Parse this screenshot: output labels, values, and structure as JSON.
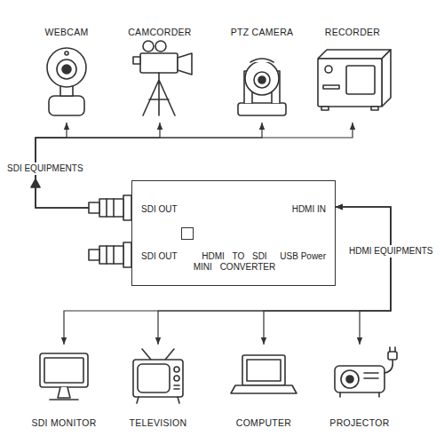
{
  "diagram": {
    "nodes": [
      {
        "text": [
          "WEBCAM"
        ]
      },
      {
        "text": [
          "CAMCORDER"
        ]
      },
      {
        "text": [
          "PTZ CAMERA"
        ]
      },
      {
        "text": [
          "RECORDER"
        ]
      },
      {
        "text": [
          "SDI OUT",
          "SDI OUT",
          "HDMI IN",
          "USB Power"
        ]
      },
      {
        "text": [
          "HDMI TO SDI MINI CONVERTER"
        ],
        "in": 4
      },
      {
        "text": [
          "SDI MONITOR"
        ]
      },
      {
        "text": [
          "TELEVISION"
        ]
      },
      {
        "text": [
          "COMPUTER"
        ]
      },
      {
        "text": [
          "PROJECTOR"
        ]
      }
    ],
    "edges": [
      {
        "from": 4,
        "to": 0,
        "arrow": "to"
      },
      {
        "from": 4,
        "to": 1,
        "arrow": "to"
      },
      {
        "from": 4,
        "to": 2,
        "arrow": "to"
      },
      {
        "from": 4,
        "to": 3,
        "arrow": "to"
      },
      {
        "from": 4,
        "to": 6,
        "arrow": "both"
      },
      {
        "from": 4,
        "to": 7,
        "arrow": "both"
      },
      {
        "from": 4,
        "to": 8,
        "arrow": "both"
      },
      {
        "from": 4,
        "to": 9,
        "arrow": "both"
      }
    ],
    "labels": [
      "SDI EQUIPMENTS",
      "HDMI EQUIPMENTS"
    ]
  }
}
